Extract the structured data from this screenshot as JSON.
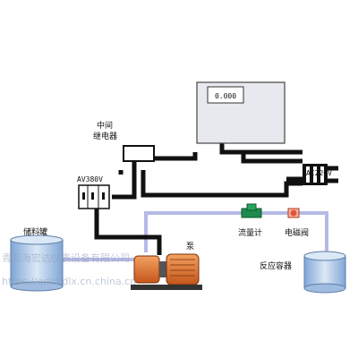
{
  "diagram": {
    "meter_display": "0.000",
    "labels": {
      "relay_line1": "中间",
      "relay_line2": "继电器",
      "ac_voltage": "AC220V",
      "av_voltage": "AV380V",
      "storage_tank": "储料罐",
      "pump": "泵",
      "flow_meter": "流量计",
      "solenoid_valve": "电磁阀",
      "reactor": "反应容器"
    },
    "watermark": {
      "line1": "青岛海宏达仪表设备有限公司",
      "line2": "https://qdhhdlx.cn.china.cn"
    },
    "colors": {
      "wire": "#111111",
      "pipe": "#b7b9e6",
      "flow_meter": "#1f8a4c",
      "solenoid_valve": "#e0543a",
      "pump_body": "#e8742c",
      "meter_panel": "#e7e9ef",
      "tank": "#a9c4e6"
    }
  }
}
